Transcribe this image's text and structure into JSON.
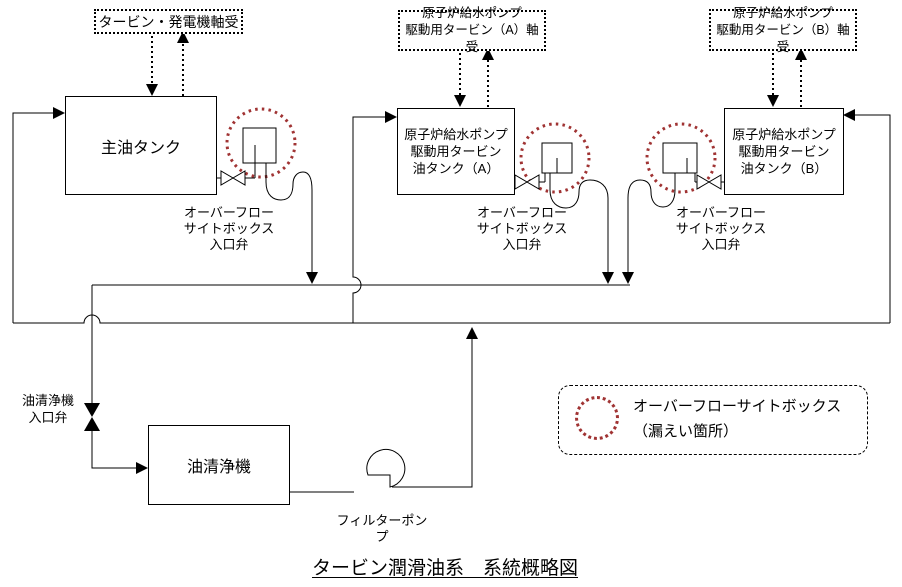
{
  "diagram": {
    "title": "タービン潤滑油系　系統概略図",
    "bearing_boxes": {
      "turbine_generator": "タービン・発電機軸受",
      "rfp_turbine_a": "原子炉給水ポンプ\n駆動用タービン（A）軸受",
      "rfp_turbine_b": "原子炉給水ポンプ\n駆動用タービン（B）軸受"
    },
    "tanks": {
      "main_oil_tank": "主油タンク",
      "rfp_oil_tank_a": "原子炉給水ポンプ\n駆動用タービン\n油タンク（A）",
      "rfp_oil_tank_b": "原子炉給水ポンプ\n駆動用タービン\n油タンク（B）"
    },
    "equipment": {
      "oil_purifier": "油清浄機",
      "filter_pump": "フィルターポンプ"
    },
    "valve_labels": {
      "overflow_sightbox_inlet": "オーバーフロー\nサイトボックス\n入口弁",
      "purifier_inlet": "油清浄機\n入口弁"
    },
    "legend": {
      "text": "オーバーフローサイトボックス\n（漏えい箇所）"
    },
    "icons": {
      "open_valve": "bowtie-outline-valve",
      "closed_valve": "bowtie-filled-valve",
      "pump": "circle-volute-pump",
      "leak_marker": "red-dotted-circle",
      "flow_arrow": "filled-triangle-arrowhead",
      "bearing_flow": "dotted-line-arrow"
    },
    "colors": {
      "line": "#000000",
      "leak_marker": "#a03333",
      "background": "#ffffff"
    }
  }
}
